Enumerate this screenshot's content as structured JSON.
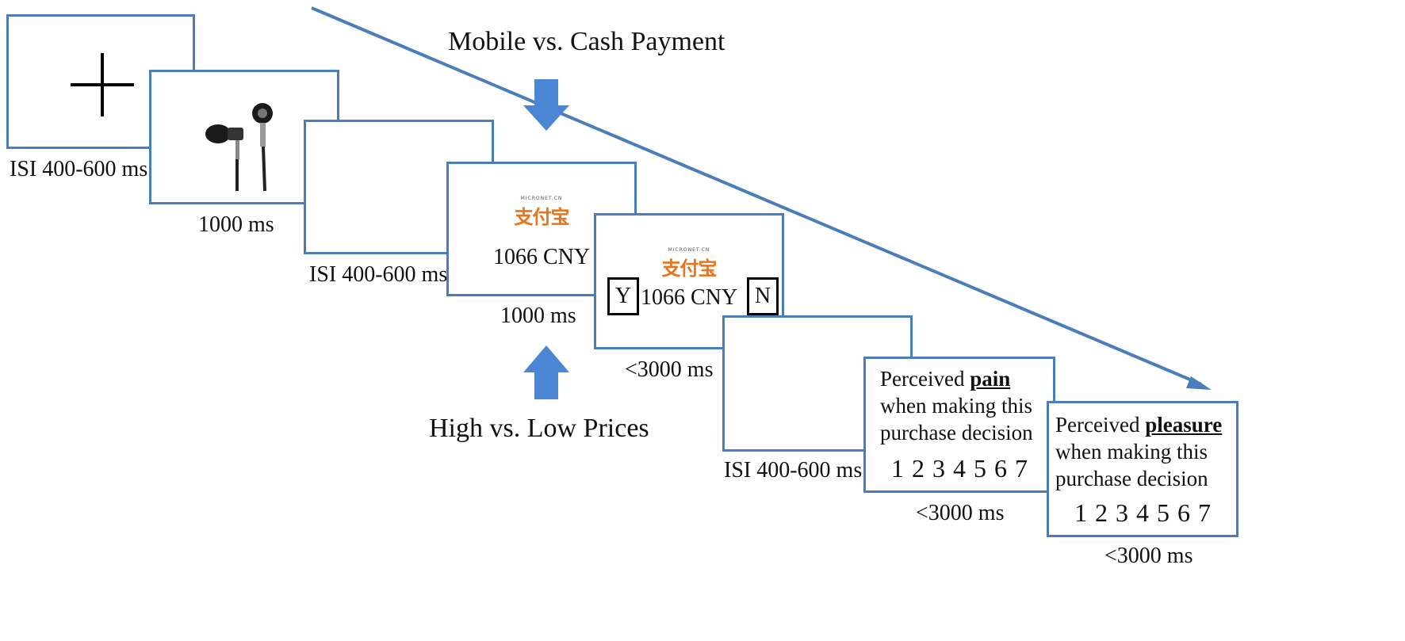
{
  "labels": {
    "manipulation_top": "Mobile vs. Cash Payment",
    "manipulation_bottom": "High vs. Low Prices",
    "t1": "ISI 400-600 ms",
    "t2": "1000 ms",
    "t3": "ISI 400-600 ms",
    "t4": "1000 ms",
    "t5": "<3000 ms",
    "t6": "ISI 400-600 ms",
    "t7": "<3000 ms",
    "t8": "<3000 ms"
  },
  "screens": {
    "price": "1066 CNY",
    "logo_text": "支付宝",
    "logo_small": "MICRONET.CN",
    "key_yes": "Y",
    "key_no": "N",
    "pain_prefix": "Perceived ",
    "pain_word": "pain",
    "pleasure_prefix": "Perceived ",
    "pleasure_word": "pleasure",
    "rating_line2": "when making this",
    "rating_line3": "purchase decision",
    "scale": "1 2 3 4 5 6 7"
  },
  "colors": {
    "frame": "#4a7ebb",
    "arrow": "#4a86d4",
    "logo": "#e8741a"
  }
}
